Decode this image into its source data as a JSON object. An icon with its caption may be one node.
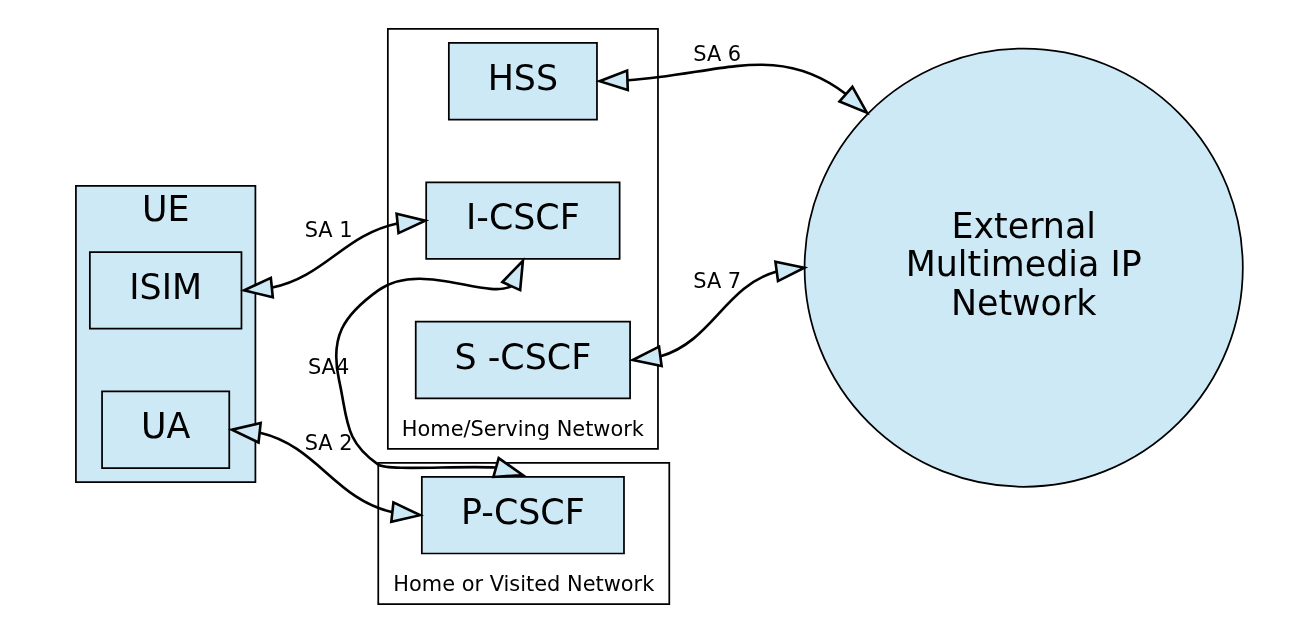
{
  "diagram": {
    "nodes": [
      {
        "text": [
          "UE"
        ]
      },
      {
        "text": [
          "ISIM"
        ],
        "in": 0
      },
      {
        "text": [
          "UA"
        ],
        "in": 0
      },
      {
        "text": [
          "Home/Serving Network"
        ]
      },
      {
        "text": [
          "HSS"
        ],
        "in": 3
      },
      {
        "text": [
          "I-CSCF"
        ],
        "in": 3
      },
      {
        "text": [
          "S -CSCF"
        ],
        "in": 3
      },
      {
        "text": [
          "Home or Visited Network"
        ]
      },
      {
        "text": [
          "P-CSCF"
        ],
        "in": 7
      },
      {
        "text": [
          "External Multimedia IP Network"
        ]
      }
    ],
    "edges": [
      {
        "from": 1,
        "to": 5,
        "arrow": "both",
        "label": "SA 1"
      },
      {
        "from": 2,
        "to": 8,
        "arrow": "both",
        "label": "SA 2"
      },
      {
        "from": 5,
        "to": 8,
        "arrow": "both",
        "label": "SA4"
      },
      {
        "from": 4,
        "to": 9,
        "arrow": "both",
        "label": "SA 6"
      },
      {
        "from": 6,
        "to": 9,
        "arrow": "both",
        "label": "SA 7"
      }
    ]
  }
}
